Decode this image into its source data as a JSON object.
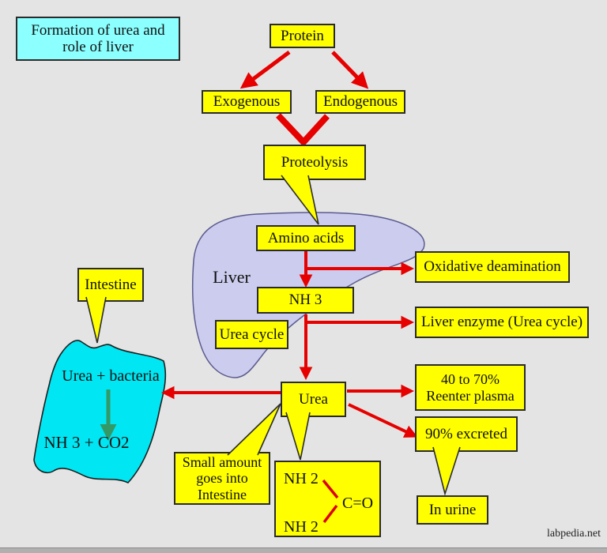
{
  "colors": {
    "background": "#e4e4e4",
    "node_fill": "#ffff00",
    "node_border": "#2b2b2b",
    "title_fill": "#8cffff",
    "arrow_red": "#e60000",
    "liver_fill": "#ccccee",
    "liver_border": "#5b5b8f",
    "intestine_fill": "#00e6f2",
    "green_arrow": "#339966"
  },
  "title": {
    "text": "Formation of urea and\nrole of liver"
  },
  "nodes": {
    "protein": "Protein",
    "exogenous": "Exogenous",
    "endogenous": "Endogenous",
    "proteolysis": "Proteolysis",
    "amino_acids": "Amino acids",
    "liver_label": "Liver",
    "nh3": "NH 3",
    "urea_cycle": "Urea cycle",
    "oxidative_deamination": "Oxidative deamination",
    "liver_enzyme": "Liver enzyme (Urea cycle)",
    "urea": "Urea",
    "reenter_plasma": "40 to 70%\nReenter plasma",
    "excreted": "90% excreted",
    "in_urine": "In urine",
    "intestine_label": "Intestine",
    "small_amount": "Small amount\ngoes into\nIntestine",
    "urea_bacteria": "Urea + bacteria",
    "nh3_co2": "NH 3 + CO2",
    "chem": {
      "top": "NH 2",
      "bottom": "NH 2",
      "carbonyl": "C=O"
    }
  },
  "watermark": "labpedia.net"
}
